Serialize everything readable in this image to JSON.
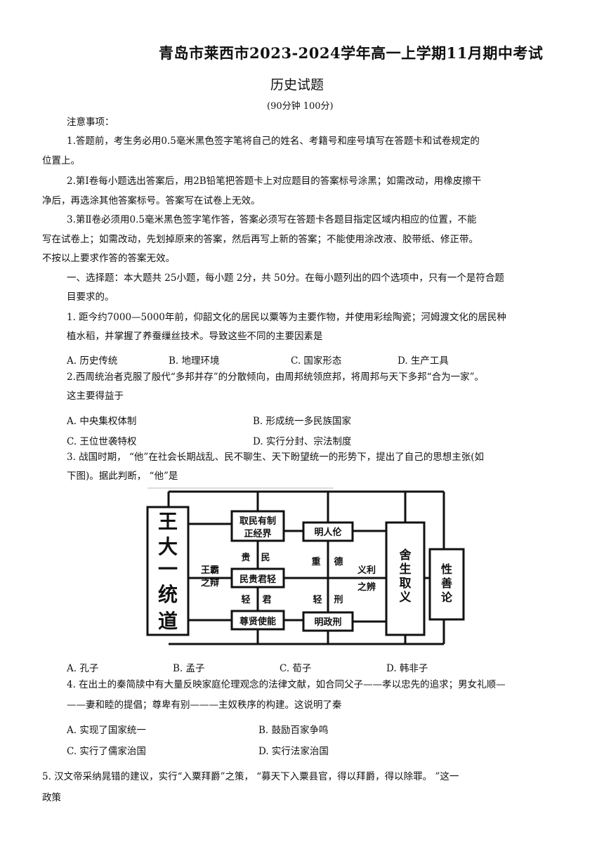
{
  "header": {
    "title": "青岛市莱西市2023-2024学年高一上学期11月期中考试",
    "subject": "历史试题",
    "time_score": "(90分钟 100分)"
  },
  "notice": {
    "heading": "注意事项：",
    "l1a": "1.答题前，考生务必用0.5毫米黑色签字笔将自己的姓名、考籍号和座号填写在答题卡和试卷规定的",
    "l1b": "位置上。",
    "l2a": "2.第Ⅰ卷每小题选出答案后，用2B铅笔把答题卡上对应题目的答案标号涂黑；如需改动，用橡皮擦干",
    "l2b": "净后，再选涂其他答案标号。答案写在试卷上无效。",
    "l3a": "3.第Ⅱ卷必须用0.5毫米黑色签字笔作答，答案必须写在答题卡各题目指定区域内相应的位置，不能",
    "l3b": "写在试卷上；如需改动，先划掉原来的答案，然后再写上新的答案；不能使用涂改液、胶带纸、修正带。",
    "l4": "不按以上要求作答的答案无效。"
  },
  "section1": {
    "a": "一、选择题：本大题共 25小题，每小题 2分，共 50分。在每小题列出的四个选项中，只有一个是符合题",
    "b": "目要求的。"
  },
  "q1": {
    "a": "1. 距今约7000—5000年前，仰韶文化的居民以粟等为主要作物，并使用彩绘陶瓷；河姆渡文化的居民种",
    "b": "植水稻，并掌握了养蚕缫丝技术。导致这些不同的主要因素是",
    "A": "A.  历史传统",
    "B": "B.  地理环境",
    "C": "C.  国家形态",
    "D": "D.  生产工具"
  },
  "q2": {
    "a": "2.西周统治者克服了殷代“多邦并存”的分散倾向，由周邦统领庶邦，将周邦与天下多邦“合为一家”。",
    "b": "这主要得益于",
    "A": "A.  中央集权体制",
    "B": "B.  形成统一多民族国家",
    "C": "C.  王位世袭特权",
    "D": "D.  实行分封、宗法制度"
  },
  "q3": {
    "a": "3.  战国时期，   “他”在社会长期战乱、民不聊生、天下盼望统一的形势下，提出了自己的思想主张(如",
    "b": "下图)。据此判断，   “他”是",
    "A": "A.  孔子",
    "B": "B.  孟子",
    "C": "C.  荀子",
    "D": "D.  韩非子"
  },
  "diagram": {
    "left": [
      "王",
      "大",
      "一",
      "统",
      "道"
    ],
    "box1a": "取民有制",
    "box1b": "正经界",
    "box2": "民贵君轻",
    "box3": "尊贤使能",
    "lbl_gui": "贵",
    "lbl_min": "民",
    "lbl_qing": "轻",
    "lbl_jun": "君",
    "wangba1": "王霸",
    "wangba2": "之辩",
    "box4": "明人伦",
    "box5": "明政刑",
    "lbl_zhong": "重",
    "lbl_de": "德",
    "lbl_qing2": "轻",
    "lbl_xing": "刑",
    "yili1": "义利",
    "yili2": "之辨",
    "shesheng": [
      "舍",
      "生",
      "取",
      "义"
    ],
    "xingshan": [
      "性",
      "善",
      "论"
    ]
  },
  "q4": {
    "a": "4.  在出土的秦简牍中有大量反映家庭伦理观念的法律文献，如合同父子——孝以忠先的追求；男女礼顺—",
    "b": "——妻和睦的提倡；尊卑有别———主奴秩序的构建。这说明了秦",
    "A": "A.  实现了国家统一",
    "B": "B.  鼓励百家争鸣",
    "C": "C.  实行了儒家治国",
    "D": "D.  实行法家治国"
  },
  "q5": {
    "a": "5.  汉文帝采纳晁错的建议，实行“入粟拜爵”之策，   “募天下入粟县官，得以拜爵，得以除罪。 ”这一",
    "b": "政策"
  }
}
